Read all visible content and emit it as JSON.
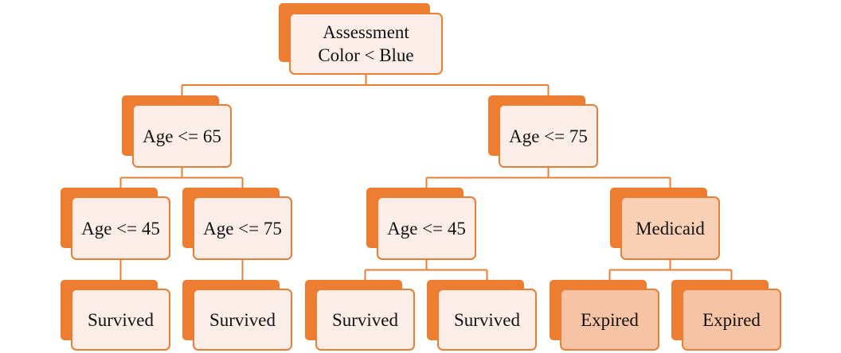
{
  "diagram": {
    "nodes": [
      {
        "id": "root",
        "label": "Assessment\nColor < Blue"
      },
      {
        "id": "age65",
        "label": "Age <= 65"
      },
      {
        "id": "age75r",
        "label": "Age <= 75"
      },
      {
        "id": "age45l",
        "label": "Age <= 45"
      },
      {
        "id": "age75l",
        "label": "Age <= 75"
      },
      {
        "id": "age45r",
        "label": "Age <= 45"
      },
      {
        "id": "medicaid",
        "label": "Medicaid"
      },
      {
        "id": "leaf1",
        "label": "Survived"
      },
      {
        "id": "leaf2",
        "label": "Survived"
      },
      {
        "id": "leaf3",
        "label": "Survived"
      },
      {
        "id": "leaf4",
        "label": "Survived"
      },
      {
        "id": "leaf5",
        "label": "Expired"
      },
      {
        "id": "leaf6",
        "label": "Expired"
      }
    ],
    "edges": [
      [
        "root",
        "age65"
      ],
      [
        "root",
        "age75r"
      ],
      [
        "age65",
        "age45l"
      ],
      [
        "age65",
        "age75l"
      ],
      [
        "age75r",
        "age45r"
      ],
      [
        "age75r",
        "medicaid"
      ],
      [
        "age45l",
        "leaf1"
      ],
      [
        "age75l",
        "leaf2"
      ],
      [
        "age45r",
        "leaf3"
      ],
      [
        "age45r",
        "leaf4"
      ],
      [
        "medicaid",
        "leaf5"
      ],
      [
        "medicaid",
        "leaf6"
      ]
    ],
    "colors": {
      "accent": "#ED7D31",
      "box_fill": "#FBEEE8",
      "expired_fill": "#F6C3A4",
      "medicaid_fill": "#F8D0B5",
      "connector": "#ED7D31"
    }
  }
}
